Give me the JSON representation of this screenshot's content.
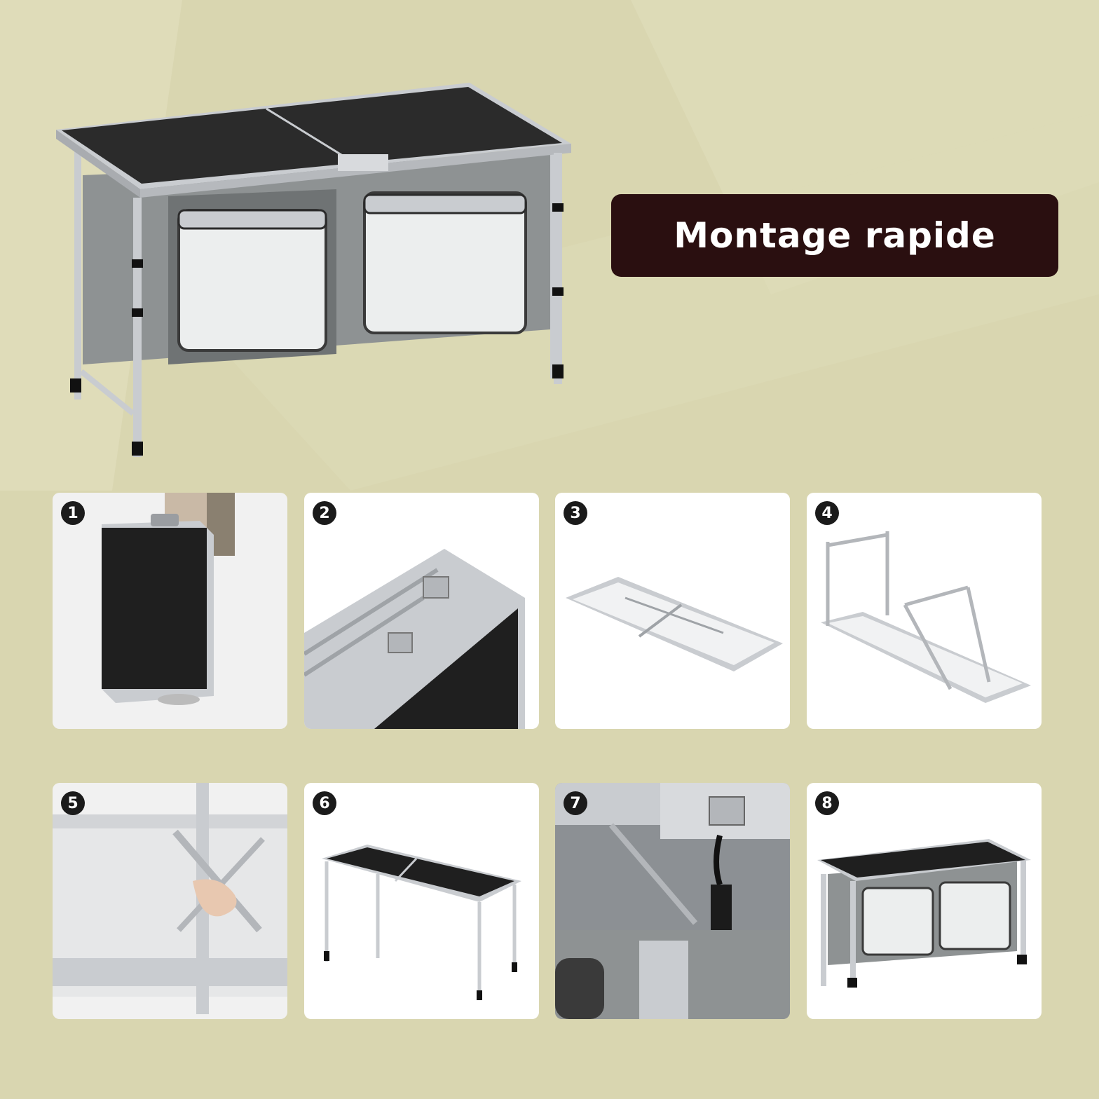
{
  "title": "Montage rapide",
  "colors": {
    "background": "#d9d6b0",
    "background_shade": "#e3e0bf",
    "title_box": "#2a0f10",
    "title_text": "#ffffff",
    "tile": "#f1f1f1",
    "tile_alt": "#ffffff",
    "badge_bg": "#1b1b1b",
    "badge_text": "#ffffff",
    "table_top": "#2b2b2b",
    "aluminium": "#c9ccd0",
    "fabric": "#8e9293"
  },
  "steps": [
    {
      "number": "1"
    },
    {
      "number": "2"
    },
    {
      "number": "3"
    },
    {
      "number": "4"
    },
    {
      "number": "5"
    },
    {
      "number": "6"
    },
    {
      "number": "7"
    },
    {
      "number": "8"
    }
  ]
}
